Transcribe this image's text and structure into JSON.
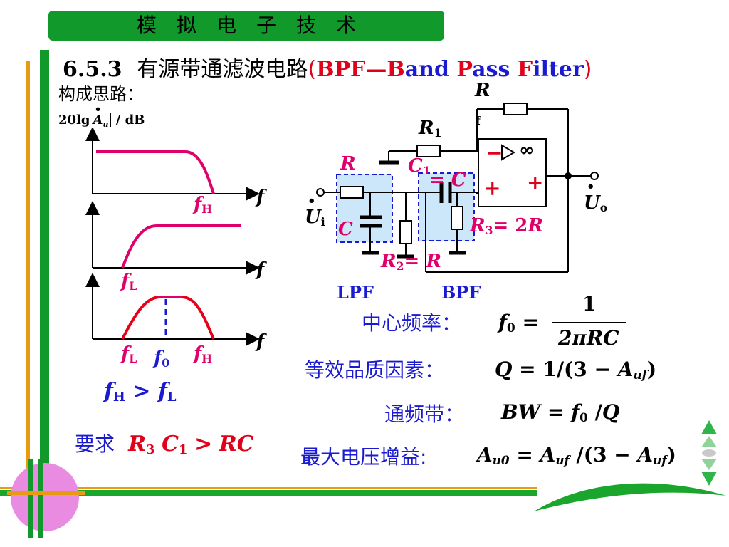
{
  "header": {
    "chars": [
      "模",
      "拟",
      "电",
      "子",
      "技",
      "术"
    ]
  },
  "title": {
    "section": "6.5.3",
    "cn": "有源带通滤波电路",
    "open": "(",
    "abbr": "BPF",
    "dash": "—",
    "b": "B",
    "and": "and",
    "p": "P",
    "ass": "ass",
    "f": "F",
    "ilter": "ilter",
    "close": ")"
  },
  "idea_label": "构成思路：",
  "y_axis_label": {
    "pre": "20lg",
    "a": "A",
    "u": "u",
    "post": "/ dB"
  },
  "plots": {
    "f_axis": "f",
    "fH": "f",
    "fH_sub": "H",
    "fL": "f",
    "fL_sub": "L",
    "f0": "f",
    "f0_sub": "0"
  },
  "condition1": {
    "f": "f",
    "H": "H",
    "gt": ">",
    "f2": "f",
    "L": "L"
  },
  "condition2": {
    "req": "要求",
    "R": "R",
    "R_sub": "3",
    "C": "C",
    "C_sub": "1",
    "gt": ">",
    "RC": "RC"
  },
  "circuit": {
    "Rf": "R",
    "Rf_sub": "f",
    "R1": "R",
    "R1_sub": "1",
    "R": "R",
    "C1": "C",
    "C1_sub": "1",
    "C1_eq": "= C",
    "C": "C",
    "R2": "R",
    "R2_sub": "2",
    "R2_eq": "= R",
    "R3": "R",
    "R3_sub": "3",
    "R3_eq": "= 2R",
    "Ui": "U",
    "Ui_sub": "i",
    "Uo": "U",
    "Uo_sub": "o",
    "inf": "∞",
    "minus": "−",
    "plus": "+",
    "plus2": "+",
    "lpf": "LPF",
    "bpf": "BPF"
  },
  "formulas": {
    "center_label": "中心频率：",
    "center_lhs": "f",
    "center_lhs_sub": "0",
    "center_eq": "=",
    "center_num": "1",
    "center_den": "2πRC",
    "q_label": "等效品质因素：",
    "q_expr_a": "Q",
    "q_expr_b": " = 1/(3 − ",
    "q_expr_c": "A",
    "q_expr_sub": "uf",
    "q_expr_d": ")",
    "bw_label": "通频带：",
    "bw_a": "BW",
    "bw_b": " = ",
    "bw_c": "f",
    "bw_sub": "0",
    "bw_d": " /",
    "bw_e": "Q",
    "gain_label": "最大电压增益:",
    "gain_a": "A",
    "gain_sub1": "u0",
    "gain_b": " = ",
    "gain_c": "A",
    "gain_sub2": "uf",
    "gain_d": " /(3 − ",
    "gain_e": "A",
    "gain_sub3": "uf",
    "gain_f": ")"
  },
  "colors": {
    "green": "#119a2b",
    "orange": "#e89a10",
    "pink": "#e0006a",
    "blue": "#1a1ad0",
    "red": "#e0001a",
    "lightblue": "#cce6fa"
  }
}
